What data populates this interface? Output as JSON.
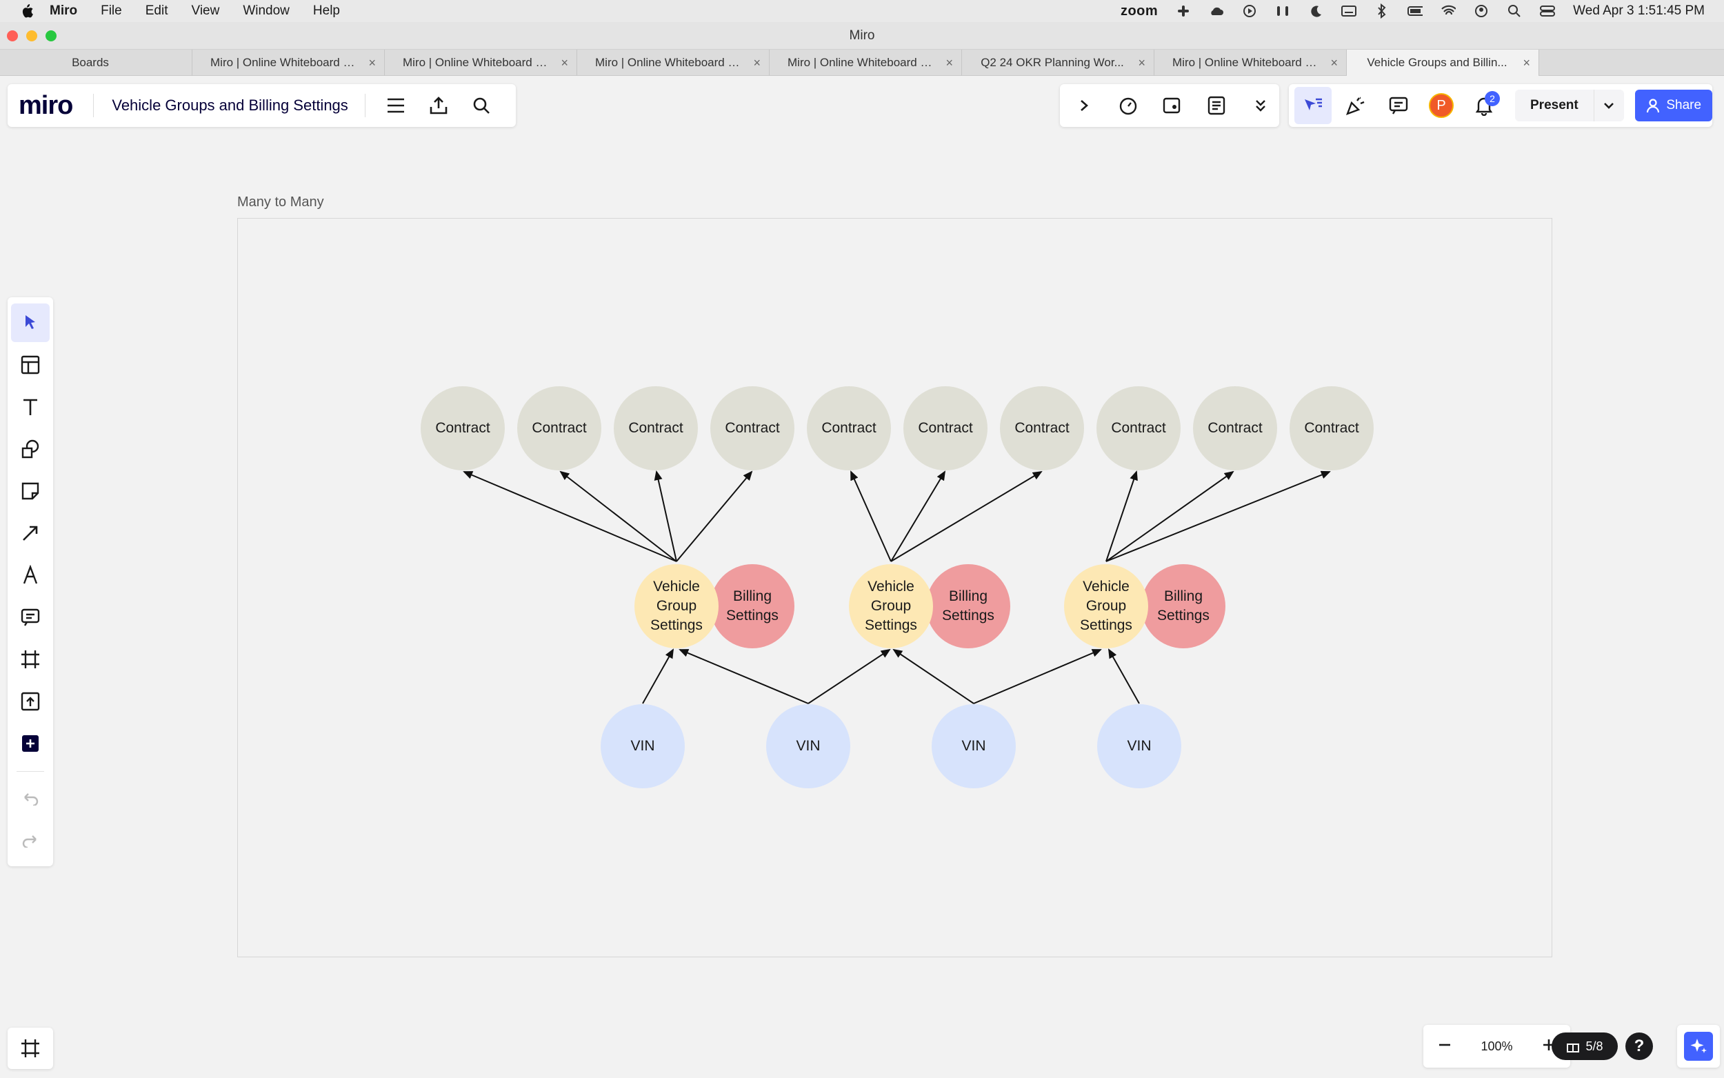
{
  "menubar": {
    "app": "Miro",
    "items": [
      "File",
      "Edit",
      "View",
      "Window",
      "Help"
    ],
    "zoom_label": "zoom",
    "datetime": "Wed Apr 3  1:51:45 PM"
  },
  "window": {
    "title": "Miro"
  },
  "tabs": [
    {
      "label": "Boards",
      "closable": false
    },
    {
      "label": "Miro | Online Whiteboard f...",
      "closable": true
    },
    {
      "label": "Miro | Online Whiteboard f...",
      "closable": true
    },
    {
      "label": "Miro | Online Whiteboard f...",
      "closable": true
    },
    {
      "label": "Miro | Online Whiteboard f...",
      "closable": true
    },
    {
      "label": "Q2 24 OKR Planning Wor...",
      "closable": true
    },
    {
      "label": "Miro | Online Whiteboard f...",
      "closable": true
    },
    {
      "label": "Vehicle Groups and Billin...",
      "closable": true,
      "active": true
    }
  ],
  "toolbar": {
    "logo": "miro",
    "board_title": "Vehicle Groups and Billing Settings",
    "present_label": "Present",
    "share_label": "Share",
    "avatar_initial": "P",
    "notification_count": "2"
  },
  "zoom": {
    "level": "100%",
    "pages": "5/8",
    "help": "?"
  },
  "canvas": {
    "frame_title": "Many to Many",
    "contracts": [
      "Contract",
      "Contract",
      "Contract",
      "Contract",
      "Contract",
      "Contract",
      "Contract",
      "Contract",
      "Contract",
      "Contract"
    ],
    "groups": [
      {
        "vgs": "Vehicle Group Settings",
        "billing": "Billing Settings"
      },
      {
        "vgs": "Vehicle Group Settings",
        "billing": "Billing Settings"
      },
      {
        "vgs": "Vehicle Group Settings",
        "billing": "Billing Settings"
      }
    ],
    "vins": [
      "VIN",
      "VIN",
      "VIN",
      "VIN"
    ]
  },
  "colors": {
    "contract": "#dfdfd5",
    "vehicle_group": "#fde8b4",
    "billing": "#ef9c9e",
    "vin": "#d7e3fc",
    "accent": "#4262ff"
  }
}
